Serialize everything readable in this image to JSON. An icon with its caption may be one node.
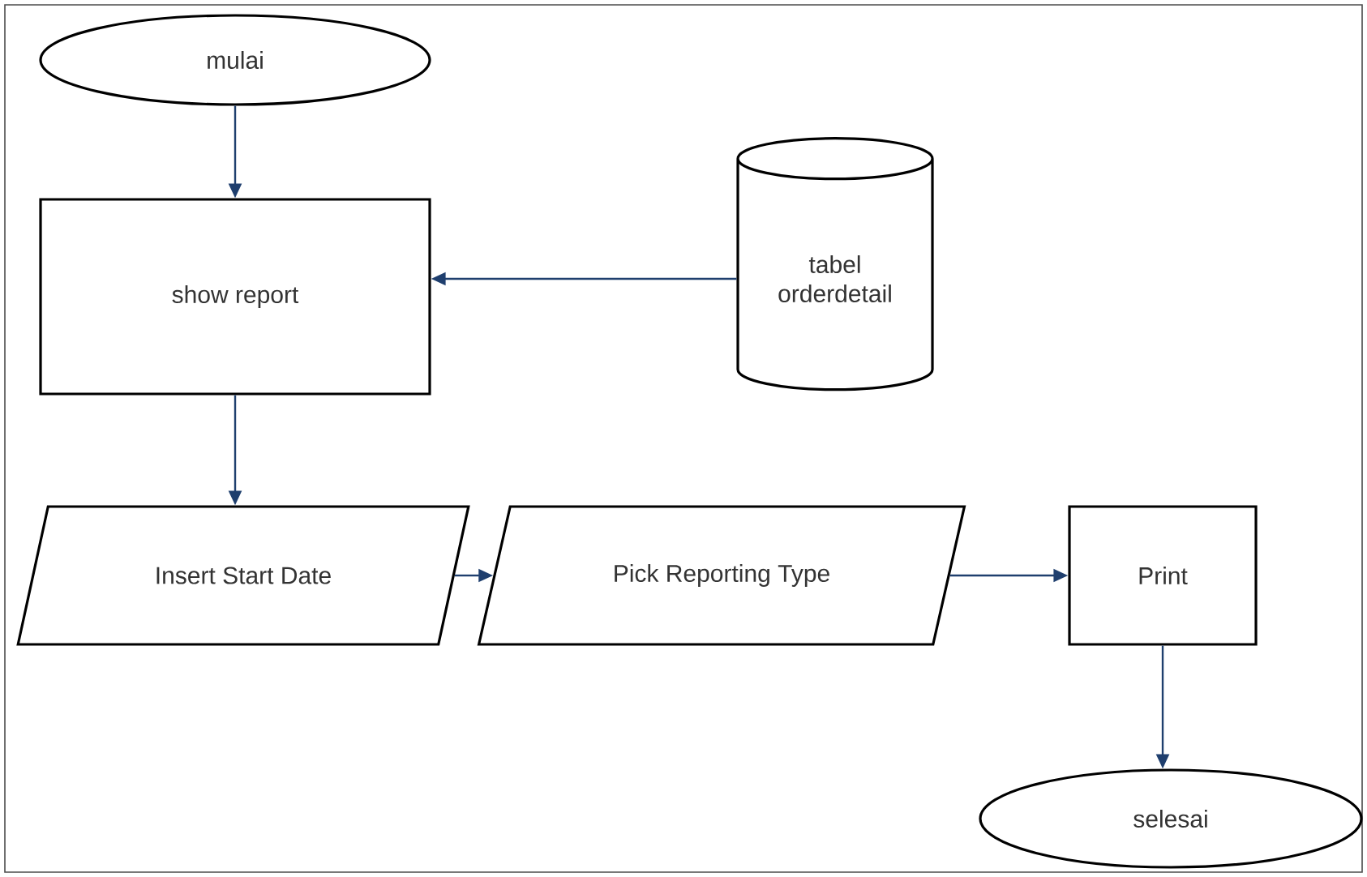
{
  "diagram": {
    "nodes": [
      {
        "text": [
          "mulai"
        ]
      },
      {
        "text": [
          "show report"
        ]
      },
      {
        "text": [
          "tabel orderdetail"
        ]
      },
      {
        "text": [
          "Insert Start Date"
        ]
      },
      {
        "text": [
          "Pick Reporting Type"
        ]
      },
      {
        "text": [
          "Print"
        ]
      },
      {
        "text": [
          "selesai"
        ]
      }
    ],
    "edges": [
      {
        "from": 0,
        "to": 1,
        "arrow": "to"
      },
      {
        "from": 2,
        "to": 1,
        "arrow": "to"
      },
      {
        "from": 1,
        "to": 3,
        "arrow": "to"
      },
      {
        "from": 3,
        "to": 4,
        "arrow": "to"
      },
      {
        "from": 4,
        "to": 5,
        "arrow": "to"
      },
      {
        "from": 5,
        "to": 6,
        "arrow": "to"
      }
    ]
  }
}
